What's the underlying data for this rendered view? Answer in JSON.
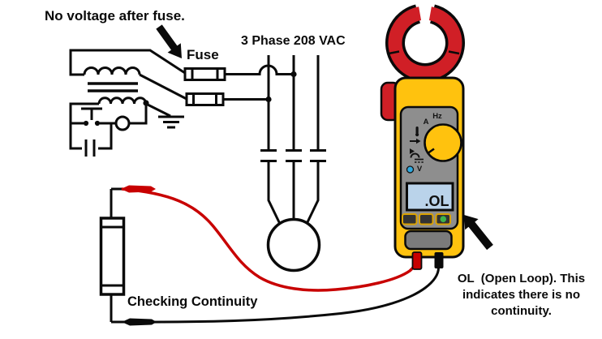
{
  "diagram": {
    "annotation_no_voltage": "No voltage after fuse.",
    "fuse_label": "Fuse",
    "supply_label": "3 Phase 208 VAC",
    "checking_label": "Checking Continuity",
    "ol_caption": {
      "line1": "OL  (Open Loop). This",
      "line2": "indicates there is no",
      "line3": "continuity."
    }
  },
  "meter": {
    "display_value": ".OL",
    "dial": {
      "hz_label": "Hz",
      "amps_label": "A",
      "volts_label": "V"
    },
    "icons": {
      "thermometer": "thermometer-icon",
      "arrow_right": "arrow-right-icon",
      "clamp_jaw": "clamp-jaw-continuity-icon",
      "dc_marks": "dc-voltage-marks-icon",
      "power_dot": "green-power-dot",
      "blue_dot": "blue-indicator-dot"
    },
    "colors": {
      "body_yellow": "#FFC20E",
      "clamp_red": "#D01F26",
      "panel_gray": "#8E8E8E",
      "compartment_gray": "#7B7B7B",
      "lcd_blue": "#BAD3EA",
      "lead_red": "#C80000",
      "lead_black": "#0A0A0A",
      "green_dot": "#3CB44B",
      "blue_dot": "#2EA9E0"
    }
  }
}
